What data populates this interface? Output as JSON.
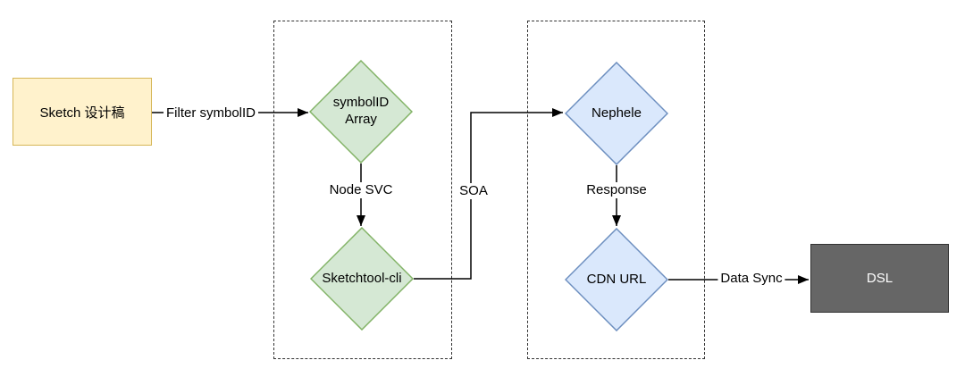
{
  "diagram": {
    "type": "flowchart",
    "nodes": {
      "sketch": {
        "label": "Sketch 设计稿",
        "shape": "rectangle",
        "fill": "#fff2cc",
        "border": "#d6b656",
        "text_color": "#000000"
      },
      "symbol_id_array": {
        "label": "symbolID Array",
        "shape": "diamond",
        "fill": "#d5e8d4",
        "border": "#82b366",
        "text_color": "#000000"
      },
      "sketchtool_cli": {
        "label": "Sketchtool-cli",
        "shape": "diamond",
        "fill": "#d5e8d4",
        "border": "#82b366",
        "text_color": "#000000"
      },
      "nephele": {
        "label": "Nephele",
        "shape": "diamond",
        "fill": "#dae8fc",
        "border": "#6c8ebf",
        "text_color": "#000000"
      },
      "cdn_url": {
        "label": "CDN URL",
        "shape": "diamond",
        "fill": "#dae8fc",
        "border": "#6c8ebf",
        "text_color": "#000000"
      },
      "dsl": {
        "label": "DSL",
        "shape": "rectangle",
        "fill": "#666666",
        "border": "#333333",
        "text_color": "#ffffff"
      }
    },
    "edges": [
      {
        "label": "Filter symbolID",
        "from": "sketch",
        "to": "symbol_id_array"
      },
      {
        "label": "Node SVC",
        "from": "symbol_id_array",
        "to": "sketchtool_cli"
      },
      {
        "label": "SOA",
        "from": "sketchtool_cli",
        "to": "nephele"
      },
      {
        "label": "Response",
        "from": "nephele",
        "to": "cdn_url"
      },
      {
        "label": "Data Sync",
        "from": "cdn_url",
        "to": "dsl"
      }
    ],
    "groups": [
      {
        "name": "green-stage-container",
        "style": "dashed"
      },
      {
        "name": "blue-stage-container",
        "style": "dashed"
      }
    ],
    "edge_color": "#000000",
    "background": "#ffffff"
  }
}
